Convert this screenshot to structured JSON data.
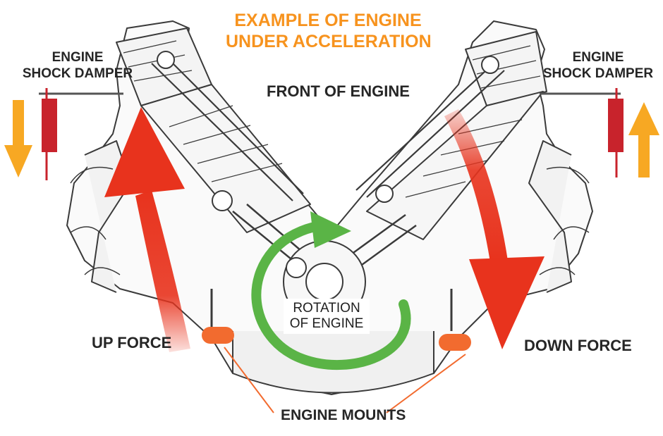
{
  "title": {
    "line1": "EXAMPLE OF ENGINE",
    "line2": "UNDER ACCELERATION"
  },
  "front_label": "FRONT OF ENGINE",
  "left_damper": {
    "line1": "ENGINE",
    "line2": "SHOCK DAMPER"
  },
  "right_damper": {
    "line1": "ENGINE",
    "line2": "SHOCK DAMPER"
  },
  "rotation": {
    "line1": "ROTATION",
    "line2": "OF ENGINE"
  },
  "up_force": "UP FORCE",
  "down_force": "DOWN FORCE",
  "mounts": "ENGINE MOUNTS",
  "colors": {
    "title_orange": "#f7931e",
    "force_red": "#e8331d",
    "damper_red": "#c8232c",
    "damper_arrow_orange": "#f7a823",
    "rotation_green": "#5ab446",
    "mount_orange": "#f26b2f",
    "label_dark": "#262626"
  },
  "icons": [
    "up-force-arrow-icon",
    "down-force-arrow-icon",
    "rotation-arrow-icon",
    "damper-down-arrow-icon",
    "damper-up-arrow-icon"
  ]
}
